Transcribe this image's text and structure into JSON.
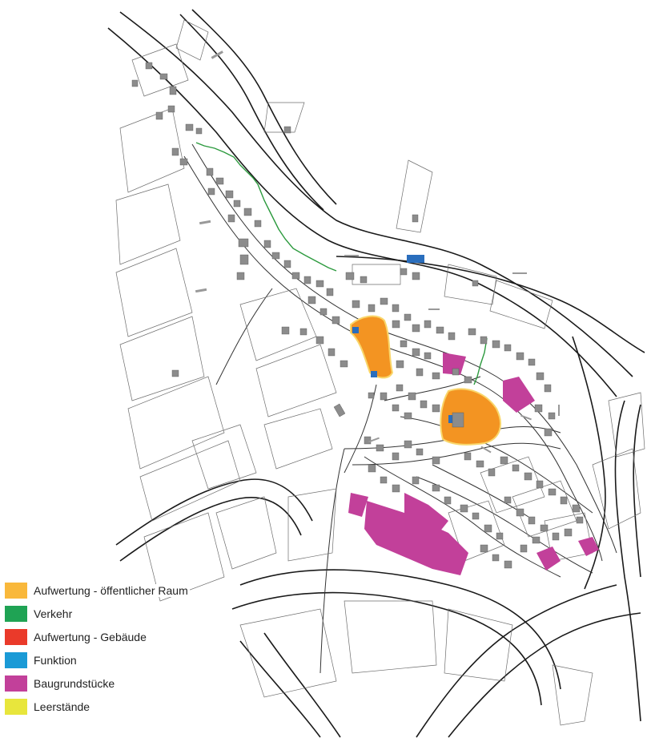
{
  "legend": {
    "items": [
      {
        "label": "Aufwertung - öffentlicher Raum",
        "color": "#f9b83b"
      },
      {
        "label": "Verkehr",
        "color": "#1fa354"
      },
      {
        "label": "Aufwertung - Gebäude",
        "color": "#ea3a2a"
      },
      {
        "label": "Funktion",
        "color": "#1a9ad6"
      },
      {
        "label": "Baugrundstücke",
        "color": "#c2409a"
      },
      {
        "label": "Leerstände",
        "color": "#e8e63c"
      }
    ]
  },
  "map_colors": {
    "public_space_fill": "#f39422",
    "public_space_outline": "#f9d66a",
    "traffic": "#2c9a3e",
    "function": "#2a6ebd",
    "building_plots": "#c2409a",
    "buildings": "#8c8c8c",
    "roads": "#1a1a1a",
    "parcels": "#6e6e6e"
  }
}
